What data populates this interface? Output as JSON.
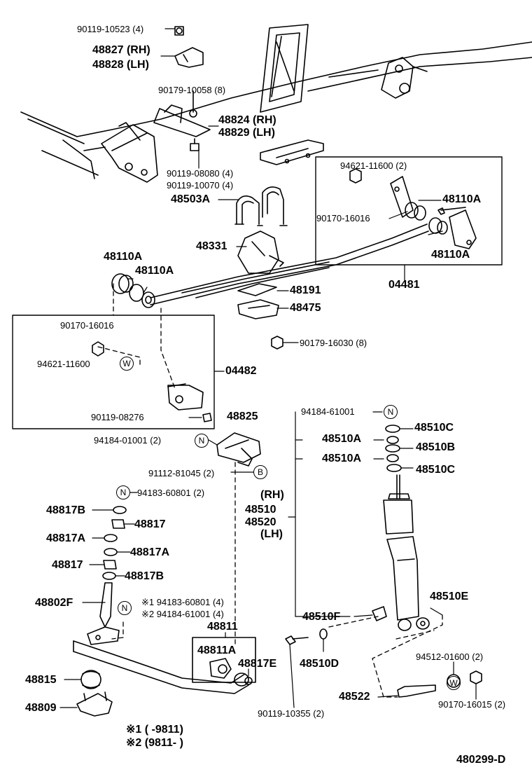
{
  "diagram_id": "480299-D",
  "labels": {
    "p90119_10523": "90119-10523 (4)",
    "p48827": "48827 (RH)",
    "p48828": "48828 (LH)",
    "p90179_10058": "90179-10058 (8)",
    "p48824": "48824 (RH)",
    "p48829": "48829 (LH)",
    "p90119_08080": "90119-08080 (4)",
    "p90119_10070": "90119-10070 (4)",
    "p94621_top": "94621-11600 (2)",
    "p48503A": "48503A",
    "p48110A_r1": "48110A",
    "p90170_16016_r": "90170-16016",
    "p48331": "48331",
    "p48110A_r2": "48110A",
    "p48110A_l1": "48110A",
    "p48110A_l2": "48110A",
    "p04481": "04481",
    "p48191": "48191",
    "p48475": "48475",
    "p90170_16016_l": "90170-16016",
    "p90179_16030": "90179-16030 (8)",
    "p94621_left": "94621-11600",
    "p04482": "04482",
    "p90119_08276": "90119-08276",
    "p94184_61001_top": "94184-61001",
    "p48825": "48825",
    "p48510C_1": "48510C",
    "p94184_01001": "94184-01001 (2)",
    "p48510A_1": "48510A",
    "p48510B": "48510B",
    "p48510A_2": "48510A",
    "p48510C_2": "48510C",
    "p91112_81045": "91112-81045 (2)",
    "p94183_60801": "94183-60801 (2)",
    "rh": "(RH)",
    "p48510": "48510",
    "p48520": "48520",
    "lh": "(LH)",
    "p48817B_1": "48817B",
    "p48817_1": "48817",
    "p48817A_1": "48817A",
    "p48817A_2": "48817A",
    "p48817_2": "48817",
    "p48817B_2": "48817B",
    "p48802F": "48802F",
    "note1_part": "※1 94183-60801 (4)",
    "note2_part": "※2 94184-61001 (4)",
    "p48510E": "48510E",
    "p48510F": "48510F",
    "p48811": "48811",
    "p48811A": "48811A",
    "p48817E": "48817E",
    "p48510D": "48510D",
    "p94512_01600": "94512-01600 (2)",
    "p48815": "48815",
    "p48522": "48522",
    "p48809": "48809",
    "p90119_10355": "90119-10355 (2)",
    "p90170_16015": "90170-16015 (2)",
    "foot1": "※1  (        -9811)",
    "foot2": "※2  (9811-        )"
  },
  "callouts": {
    "W": "W",
    "N": "N",
    "B": "B"
  }
}
